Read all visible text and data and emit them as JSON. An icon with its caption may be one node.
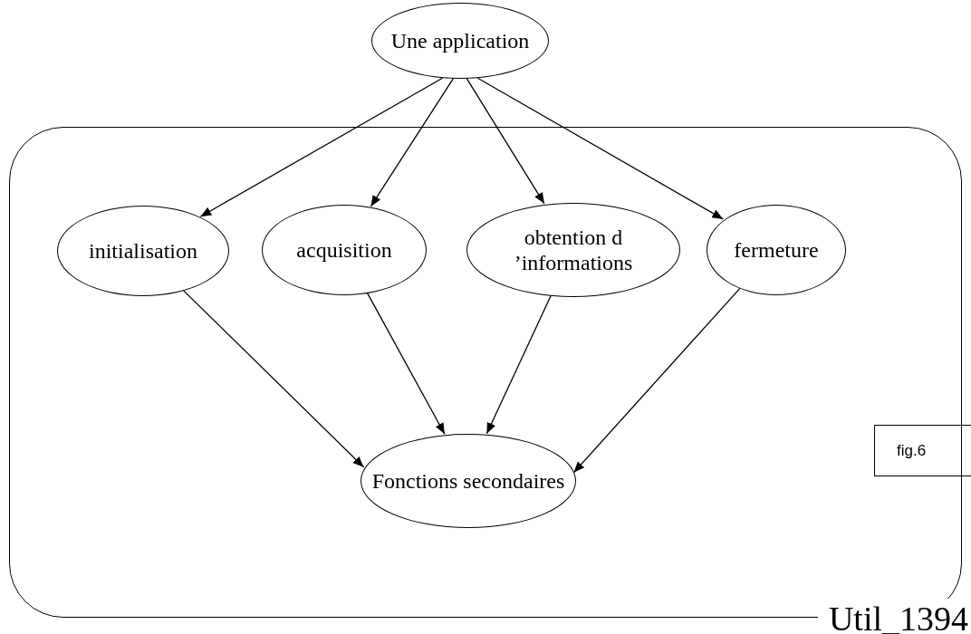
{
  "diagram": {
    "nodes": [
      {
        "text": [
          "Une application"
        ]
      },
      {
        "text": [
          "Util_1394"
        ]
      },
      {
        "text": [
          "initialisation"
        ],
        "in": 1
      },
      {
        "text": [
          "acquisition"
        ],
        "in": 1
      },
      {
        "text": [
          "obtention d ’informations"
        ],
        "in": 1
      },
      {
        "text": [
          "fermeture"
        ],
        "in": 1
      },
      {
        "text": [
          "Fonctions secondaires"
        ],
        "in": 1
      },
      {
        "text": [
          "fig.6"
        ]
      }
    ],
    "edges": [
      {
        "from": 0,
        "to": 2,
        "arrow": "to"
      },
      {
        "from": 0,
        "to": 3,
        "arrow": "to"
      },
      {
        "from": 0,
        "to": 4,
        "arrow": "to"
      },
      {
        "from": 0,
        "to": 5,
        "arrow": "to"
      },
      {
        "from": 2,
        "to": 6,
        "arrow": "to"
      },
      {
        "from": 3,
        "to": 6,
        "arrow": "to"
      },
      {
        "from": 4,
        "to": 6,
        "arrow": "to"
      },
      {
        "from": 5,
        "to": 6,
        "arrow": "to"
      }
    ]
  }
}
